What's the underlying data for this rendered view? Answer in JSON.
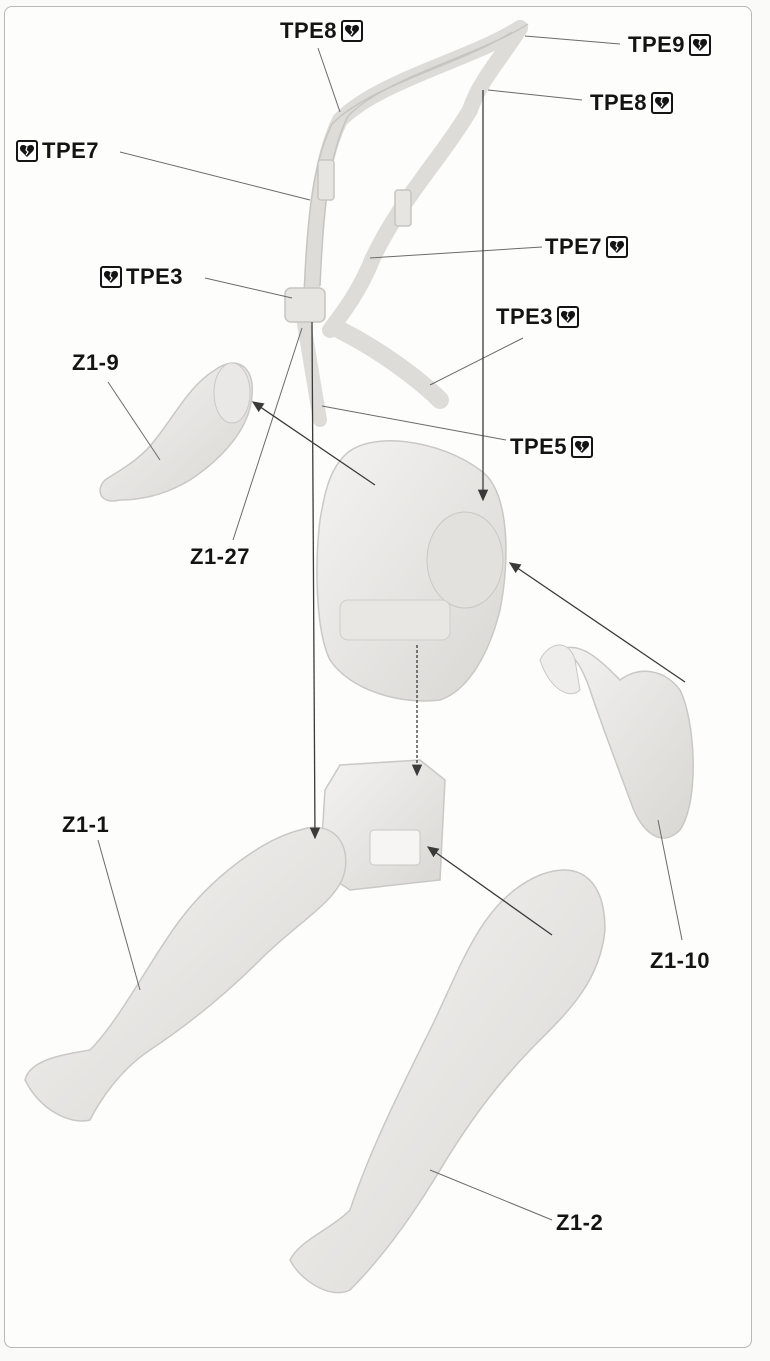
{
  "labels": {
    "tpe8_top": "TPE8",
    "tpe9": "TPE9",
    "tpe8_right": "TPE8",
    "tpe7_left": "TPE7",
    "tpe7_right": "TPE7",
    "tpe3_left": "TPE3",
    "tpe3_right": "TPE3",
    "tpe5": "TPE5",
    "z1_9": "Z1-9",
    "z1_27": "Z1-27",
    "z1_1": "Z1-1",
    "z1_10": "Z1-10",
    "z1_2": "Z1-2"
  },
  "icons": {
    "broken_heart": "broken-heart-icon"
  },
  "colors": {
    "part": "#ecebe9",
    "part_shadow": "#cfcecb",
    "line": "#3a3a3a",
    "text": "#141414"
  }
}
